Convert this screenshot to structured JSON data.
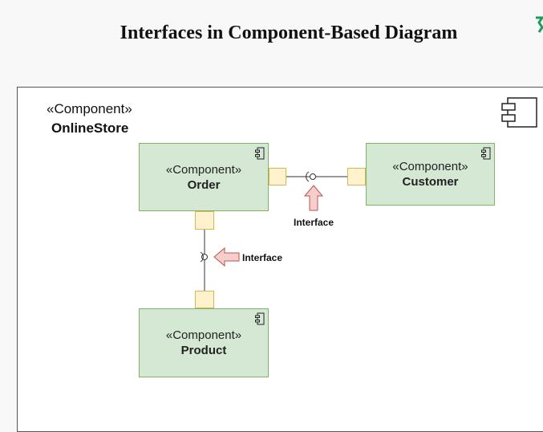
{
  "title": "Interfaces in Component-Based Diagram",
  "container": {
    "stereotype": "«Component»",
    "name": "OnlineStore",
    "icon": "component-icon"
  },
  "components": {
    "order": {
      "stereotype": "«Component»",
      "name": "Order"
    },
    "customer": {
      "stereotype": "«Component»",
      "name": "Customer"
    },
    "product": {
      "stereotype": "«Component»",
      "name": "Product"
    }
  },
  "interfaces": {
    "horizontal_label": "Interface",
    "vertical_label": "Interface"
  },
  "colors": {
    "component_fill": "#d5e8d4",
    "component_border": "#82b366",
    "port_fill": "#fff2cc",
    "port_border": "#d6b656",
    "arrow_fill": "#f8cecc",
    "arrow_border": "#b85450"
  }
}
